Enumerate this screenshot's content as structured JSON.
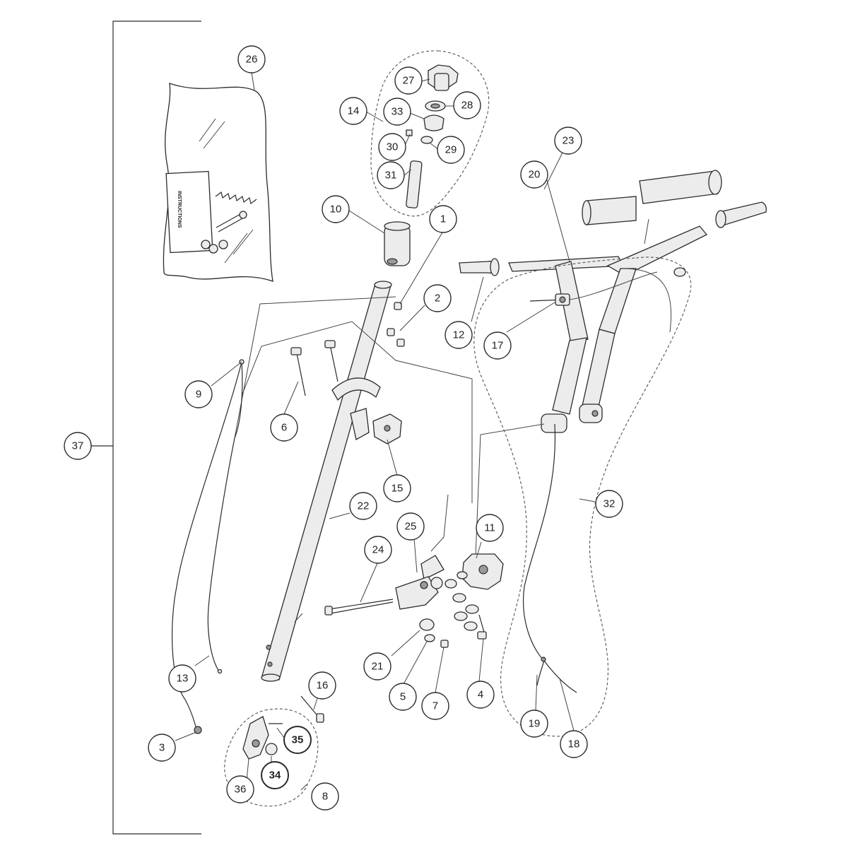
{
  "diagram": {
    "kit_sheet_text": "INSTRUCTIONS",
    "callouts": [
      {
        "id": "c1",
        "label": "1"
      },
      {
        "id": "c2",
        "label": "2"
      },
      {
        "id": "c3",
        "label": "3"
      },
      {
        "id": "c4",
        "label": "4"
      },
      {
        "id": "c5",
        "label": "5"
      },
      {
        "id": "c6",
        "label": "6"
      },
      {
        "id": "c7",
        "label": "7"
      },
      {
        "id": "c8",
        "label": "8"
      },
      {
        "id": "c9",
        "label": "9"
      },
      {
        "id": "c10",
        "label": "10"
      },
      {
        "id": "c11",
        "label": "11"
      },
      {
        "id": "c12",
        "label": "12"
      },
      {
        "id": "c13",
        "label": "13"
      },
      {
        "id": "c14",
        "label": "14"
      },
      {
        "id": "c15",
        "label": "15"
      },
      {
        "id": "c16",
        "label": "16"
      },
      {
        "id": "c17",
        "label": "17"
      },
      {
        "id": "c18",
        "label": "18"
      },
      {
        "id": "c19",
        "label": "19"
      },
      {
        "id": "c20",
        "label": "20"
      },
      {
        "id": "c21",
        "label": "21"
      },
      {
        "id": "c22",
        "label": "22"
      },
      {
        "id": "c23",
        "label": "23"
      },
      {
        "id": "c24",
        "label": "24"
      },
      {
        "id": "c25",
        "label": "25"
      },
      {
        "id": "c26",
        "label": "26"
      },
      {
        "id": "c27",
        "label": "27"
      },
      {
        "id": "c28",
        "label": "28"
      },
      {
        "id": "c29",
        "label": "29"
      },
      {
        "id": "c30",
        "label": "30"
      },
      {
        "id": "c31",
        "label": "31"
      },
      {
        "id": "c32",
        "label": "32"
      },
      {
        "id": "c33",
        "label": "33"
      },
      {
        "id": "c34",
        "label": "34"
      },
      {
        "id": "c35",
        "label": "35"
      },
      {
        "id": "c36",
        "label": "36"
      },
      {
        "id": "c37",
        "label": "37"
      }
    ]
  }
}
